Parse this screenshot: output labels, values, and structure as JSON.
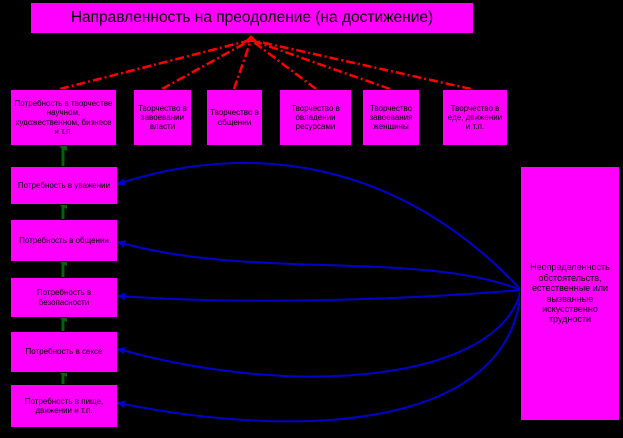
{
  "title": "Направленность на преодоление (на достижение)",
  "creativity": [
    "Потребность в творчестве научном, художественном, бизнесе и т.п.",
    "Творчество в завоевании власти",
    "Творчество в общении",
    "Творчество в овладении ресурсами",
    "Творчество завоевания женщины",
    "Творчество в еде, движении и т.п."
  ],
  "needs": [
    "Потребность в уважении",
    "Потребность в общении",
    "Потребность в безопасности",
    "Потребность в сексе",
    "Потребность в пище, движении и т.п."
  ],
  "uncertainty": "Неопределенность обстоятельств, естественные или вызванные искусственно трудности",
  "colors": {
    "box": "#ff00ff",
    "dashed": "#ff0000",
    "green_arrow": "#006400",
    "blue_curve": "#0000cc",
    "background": "#000000"
  }
}
